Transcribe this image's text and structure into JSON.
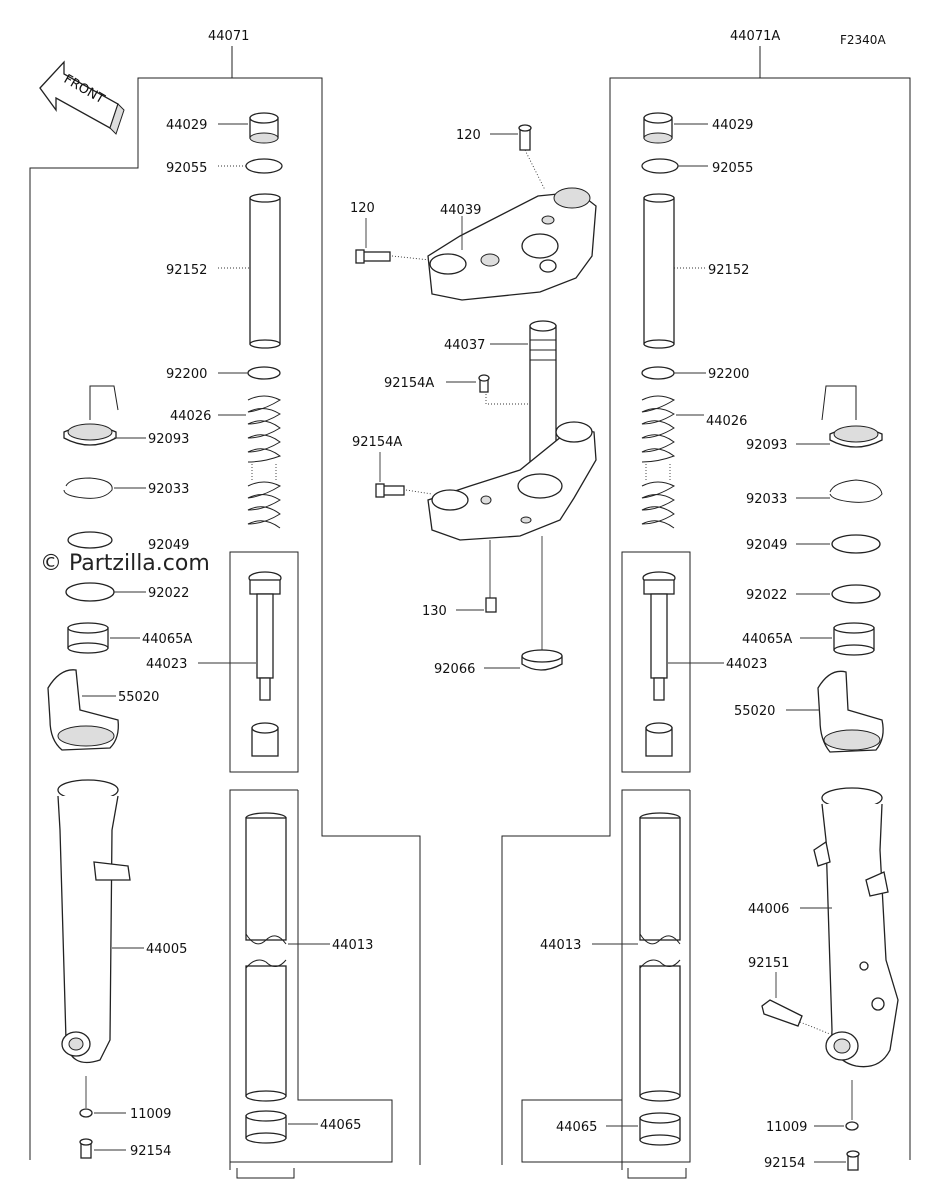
{
  "diagram": {
    "code": "F2340A",
    "watermark": "© Partzilla.com",
    "front_label": "FRONT",
    "assemblies": {
      "left": "44071",
      "right": "44071A"
    },
    "center_parts": [
      "120",
      "44039",
      "120",
      "44037",
      "92154A",
      "92154A",
      "130",
      "92066"
    ],
    "left_parts": [
      "44029",
      "92055",
      "92152",
      "92200",
      "44026",
      "92093",
      "92033",
      "92049",
      "92022",
      "44065A",
      "44023",
      "55020",
      "44005",
      "44013",
      "11009",
      "92154",
      "44065"
    ],
    "right_parts": [
      "44029",
      "92055",
      "92152",
      "92200",
      "44026",
      "92093",
      "92033",
      "92049",
      "92022",
      "44065A",
      "44023",
      "55020",
      "44006",
      "92151",
      "44013",
      "44065",
      "11009",
      "92154"
    ]
  }
}
